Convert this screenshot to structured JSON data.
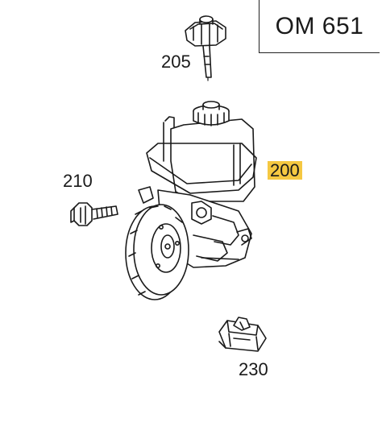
{
  "engine_code": "OM 651",
  "parts": [
    {
      "number": "205",
      "name": "reservoir-cap",
      "highlighted": false
    },
    {
      "number": "200",
      "name": "power-steering-pump",
      "highlighted": true
    },
    {
      "number": "210",
      "name": "bolt",
      "highlighted": false
    },
    {
      "number": "230",
      "name": "bracket",
      "highlighted": false
    }
  ],
  "colors": {
    "highlight": "#f5c842",
    "line": "#1a1a1a"
  }
}
